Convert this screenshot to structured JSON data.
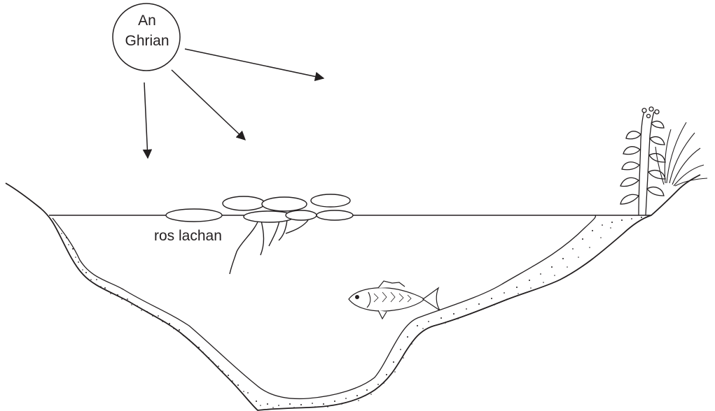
{
  "sun": {
    "line1": "An",
    "line2": "Ghrian"
  },
  "floating_plant": {
    "label": "ros lachan"
  },
  "colors": {
    "ink": "#231f20",
    "background": "#ffffff"
  }
}
